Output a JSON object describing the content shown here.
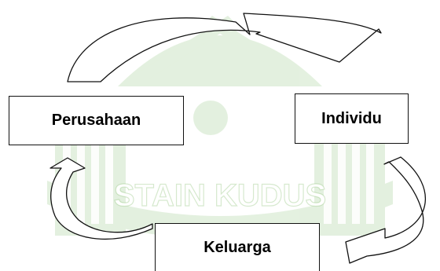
{
  "nodes": {
    "perusahaan": "Perusahaan",
    "individu": "Individu",
    "keluarga": "Keluarga"
  },
  "watermark": {
    "text": "STAIN KUDUS",
    "color": "#5aa83c"
  },
  "colors": {
    "box_border": "#111111",
    "arrow_stroke": "#111111",
    "arrow_fill": "#ffffff"
  }
}
